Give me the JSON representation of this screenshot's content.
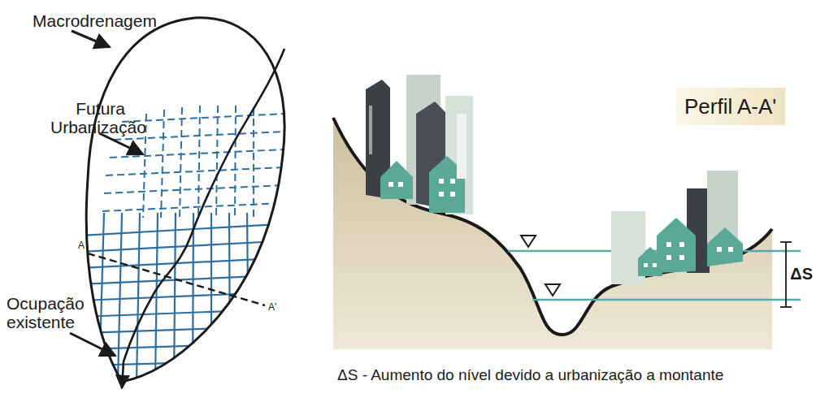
{
  "diagram": {
    "nodes": [
      {
        "text": [
          "Perfil A-A'"
        ]
      }
    ],
    "labels": [
      "Macrodrenagem",
      "Futura Urbanização",
      "Ocupação existente",
      "A",
      "A'",
      "ΔS",
      "ΔS - Aumento do nível devido a urbanização a montante"
    ]
  }
}
